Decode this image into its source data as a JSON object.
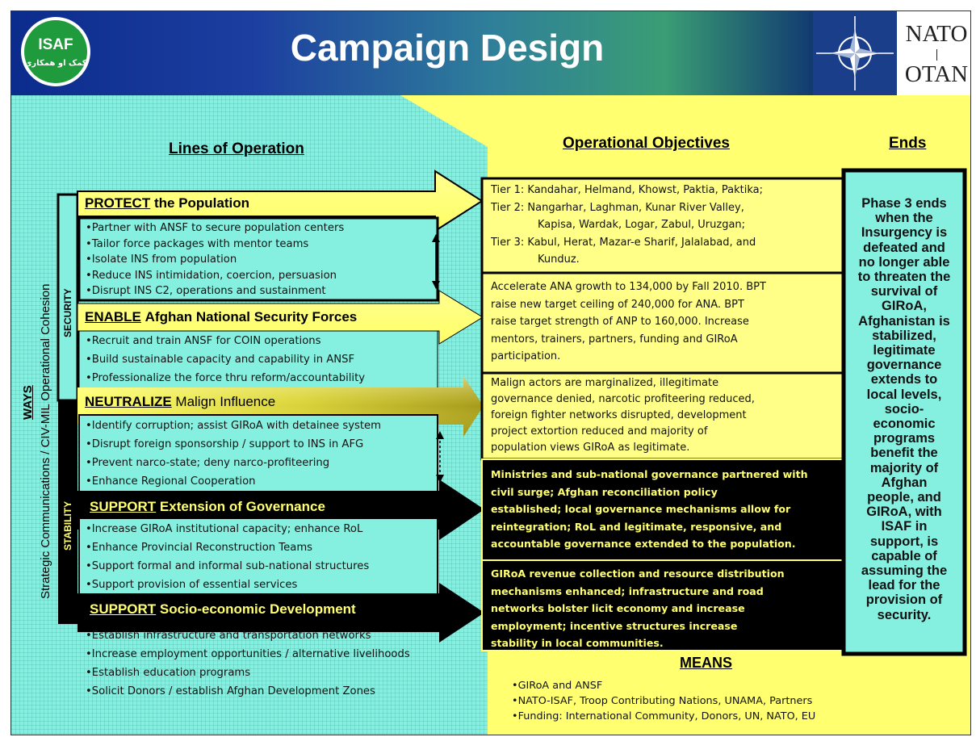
{
  "title": "Campaign Design",
  "logos": {
    "isaf": "ISAF",
    "isaf_script": "کمک او همکاری",
    "nato_top": "NATO",
    "nato_bottom": "OTAN"
  },
  "headers": {
    "lines_of_operation": "Lines of Operation",
    "operational_objectives": "Operational Objectives",
    "ends": "Ends",
    "means": "MEANS"
  },
  "side_labels": {
    "ways": "WAYS",
    "strategic": "Strategic Communications / CIV-MIL Operational Cohesion",
    "security": "SECURITY",
    "stability": "STABILITY"
  },
  "lines": [
    {
      "keyword": "PROTECT",
      "rest": "the Population",
      "items": [
        "Partner with ANSF to secure population centers",
        "Tailor force packages with mentor teams",
        "Isolate INS from population",
        "Reduce INS intimidation, coercion, persuasion",
        "Disrupt INS C2, operations and sustainment"
      ]
    },
    {
      "keyword": "ENABLE",
      "rest": "Afghan National Security Forces",
      "items": [
        "Recruit and train ANSF for COIN operations",
        "Build sustainable capacity and capability in ANSF",
        "Professionalize the force thru reform/accountability"
      ]
    },
    {
      "keyword": "NEUTRALIZE",
      "rest": "Malign Influence",
      "items": [
        "Identify corruption; assist GIRoA with detainee system",
        "Disrupt foreign sponsorship / support to INS in AFG",
        "Prevent narco-state; deny narco-profiteering",
        "Enhance Regional Cooperation"
      ]
    },
    {
      "keyword": "SUPPORT",
      "rest": "Extension of Governance",
      "items": [
        "Increase GIRoA institutional capacity; enhance RoL",
        "Enhance Provincial Reconstruction Teams",
        "Support formal and informal sub-national structures",
        "Support provision of essential services"
      ]
    },
    {
      "keyword": "SUPPORT",
      "rest": "Socio-economic Development",
      "items": [
        "Establish infrastructure and transportation networks",
        "Increase employment opportunities / alternative livelihoods",
        "Establish education programs",
        "Solicit Donors / establish Afghan Development Zones"
      ]
    }
  ],
  "objectives": [
    {
      "lines": [
        "Tier 1: Kandahar, Helmand, Khowst, Paktia, Paktika;",
        "Tier 2: Nangarhar, Laghman, Kunar River Valley,",
        "Kapisa, Wardak, Logar, Zabul, Uruzgan;",
        "Tier 3: Kabul, Herat, Mazar-e Sharif, Jalalabad, and",
        "Kunduz."
      ]
    },
    {
      "lines": [
        "Accelerate ANA growth to 134,000 by Fall 2010. BPT",
        "raise new target ceiling of 240,000 for ANA.  BPT",
        "raise target strength of ANP to 160,000.  Increase",
        "mentors, trainers, partners, funding and GIRoA",
        "participation."
      ]
    },
    {
      "lines": [
        "Malign actors are marginalized, illegitimate",
        "governance denied, narcotic profiteering reduced,",
        "foreign fighter networks disrupted, development",
        "project extortion reduced and majority of",
        "population views GIRoA as legitimate."
      ]
    },
    {
      "lines": [
        "Ministries  and sub-national governance partnered with",
        "civil surge; Afghan reconciliation policy",
        "established; local governance mechanisms allow for",
        "reintegration; RoL and legitimate, responsive, and",
        "accountable governance extended to the population."
      ]
    },
    {
      "lines": [
        "GIRoA revenue collection and resource distribution",
        "mechanisms enhanced; infrastructure and road",
        "networks bolster licit economy and increase",
        "employment; incentive structures increase",
        "stability in local communities."
      ]
    }
  ],
  "ends_lines": [
    "Phase 3 ends",
    "when the",
    "Insurgency is",
    "defeated and",
    "no longer able",
    "to threaten the",
    "survival of",
    "GIRoA,",
    "Afghanistan is",
    "stabilized,",
    "legitimate",
    "governance",
    "extends to",
    "local levels,",
    "socio-",
    "economic",
    "programs",
    "benefit the",
    "majority of",
    "Afghan",
    "people, and",
    "GIRoA, with",
    "ISAF in",
    "support, is",
    "capable of",
    "assuming the",
    "lead for the",
    "provision of",
    "security."
  ],
  "means": [
    "GIRoA and ANSF",
    "NATO-ISAF, Troop Contributing Nations, UNAMA, Partners",
    "Funding: International Community, Donors, UN, NATO, EU"
  ],
  "colors": {
    "teal": "#86f0e0",
    "yellow": "#ffff70",
    "box_yellow": "#ffff88",
    "banner_blue": "#0b2c8c",
    "isaf_green": "#1f9a3c",
    "nato_blue": "#1a3e8a"
  }
}
